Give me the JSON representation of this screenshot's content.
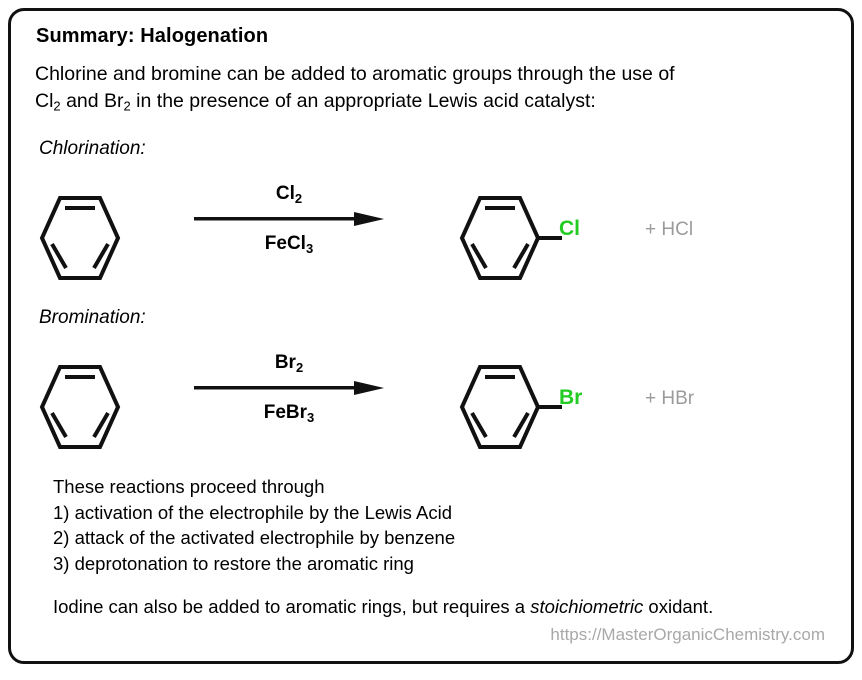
{
  "title": "Summary: Halogenation",
  "intro": {
    "line1": "Chlorine and bromine can be added to aromatic groups through the use of",
    "line2_pre": "Cl",
    "line2_sub1": "2",
    "line2_mid": " and Br",
    "line2_sub2": "2",
    "line2_post": " in the presence of an appropriate Lewis acid catalyst:"
  },
  "reactions": [
    {
      "label": "Chlorination:",
      "reagent_top_text": "Cl",
      "reagent_top_sub": "2",
      "reagent_bottom_text": "FeCl",
      "reagent_bottom_sub": "3",
      "product_substituent": "Cl",
      "byproduct": "+ HCl"
    },
    {
      "label": "Bromination:",
      "reagent_top_text": "Br",
      "reagent_top_sub": "2",
      "reagent_bottom_text": "FeBr",
      "reagent_bottom_sub": "3",
      "product_substituent": "Br",
      "byproduct": "+ HBr"
    }
  ],
  "mechanism": {
    "intro": "These reactions proceed through",
    "steps": [
      "1) activation of the electrophile by the Lewis Acid",
      "2) attack of the activated electrophile by benzene",
      "3) deprotonation to restore the aromatic ring"
    ]
  },
  "iodine_note": {
    "part1": "Iodine can also be added to aromatic rings, but requires a ",
    "emphasis": "stoichiometric",
    "part2": " oxidant."
  },
  "footer_url": "https://MasterOrganicChemistry.com",
  "colors": {
    "halogen_green": "#22cc22",
    "byproduct_gray": "#9b9b9b",
    "footer_gray": "#a8a8a8",
    "border_black": "#111111"
  }
}
